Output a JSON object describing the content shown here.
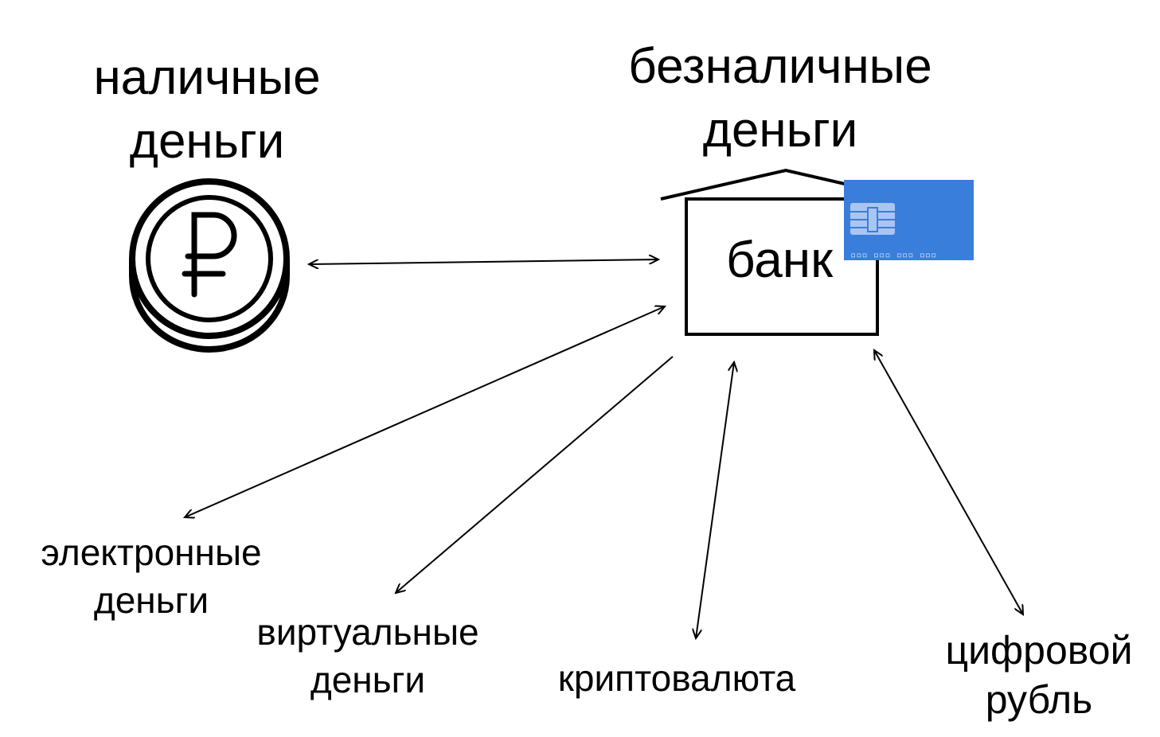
{
  "cash": {
    "line1": "наличные",
    "line2": "деньги",
    "symbol": "₽"
  },
  "noncash": {
    "line1": "безналичные",
    "line2": "деньги"
  },
  "bank": {
    "label": "банк"
  },
  "card": {
    "color": "#3a7edc",
    "number": "▫▫▫ ▫▫▫ ▫▫▫ ▫▫▫"
  },
  "targets": {
    "emoney": {
      "line1": "электронные",
      "line2": "деньги"
    },
    "virtual": {
      "line1": "виртуальные",
      "line2": "деньги"
    },
    "crypto": {
      "line1": "криптовалюта"
    },
    "digital": {
      "line1": "цифровой",
      "line2": "рубль"
    }
  }
}
